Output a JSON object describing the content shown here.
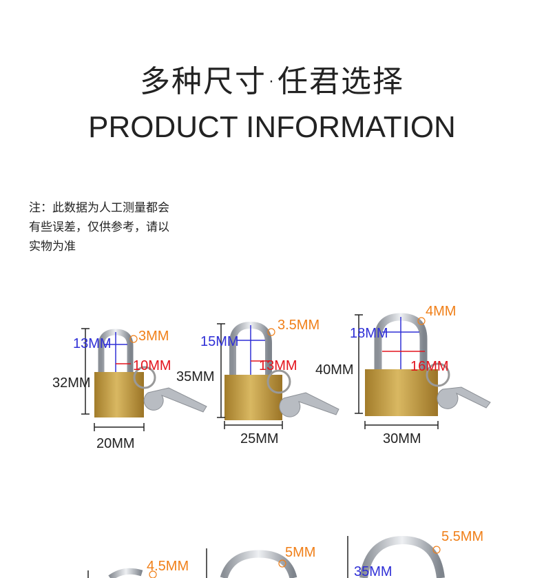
{
  "header": {
    "title_cn": "多种尺寸·任君选择",
    "title_en": "PRODUCT INFORMATION"
  },
  "note": {
    "lines": [
      "注：此数据为人工测量都会",
      "有些误差，仅供参考，请以",
      "实物为准"
    ]
  },
  "colors": {
    "blue": "#2f2fd6",
    "orange": "#f07f18",
    "red": "#e3131d",
    "dark": "#222222",
    "brass": "#c9a24a"
  },
  "locks": [
    {
      "shackle_inner": "13MM",
      "shackle_thick": "3MM",
      "shackle_height": "10MM",
      "height": "32MM",
      "width": "20MM"
    },
    {
      "shackle_inner": "15MM",
      "shackle_thick": "3.5MM",
      "shackle_height": "13MM",
      "height": "35MM",
      "width": "25MM"
    },
    {
      "shackle_inner": "18MM",
      "shackle_thick": "4MM",
      "shackle_height": "16MM",
      "height": "40MM",
      "width": "30MM"
    }
  ],
  "row2": {
    "thick_a": "4.5MM",
    "thick_b": "5MM",
    "thick_c": "5.5MM",
    "inner_c": "35MM"
  }
}
